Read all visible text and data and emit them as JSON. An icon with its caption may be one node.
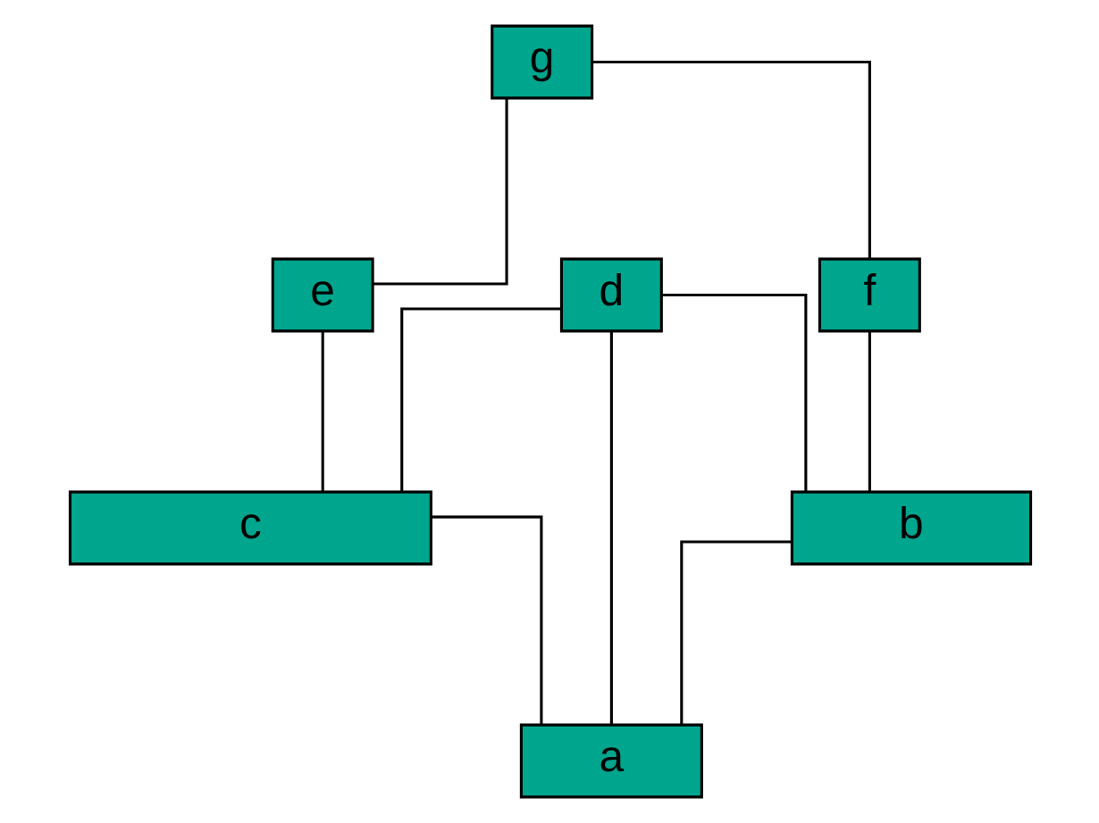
{
  "diagram": {
    "nodes": [
      {
        "text": [
          "g"
        ]
      },
      {
        "text": [
          "f"
        ]
      },
      {
        "text": [
          "d"
        ]
      },
      {
        "text": [
          "e"
        ]
      },
      {
        "text": [
          "b"
        ]
      },
      {
        "text": [
          "c"
        ]
      },
      {
        "text": [
          "a"
        ]
      }
    ],
    "edges": [
      {
        "from": 0,
        "to": 1,
        "arrow": "none"
      },
      {
        "from": 0,
        "to": 3,
        "arrow": "none"
      },
      {
        "from": 1,
        "to": 4,
        "arrow": "none"
      },
      {
        "from": 2,
        "to": 4,
        "arrow": "none"
      },
      {
        "from": 2,
        "to": 5,
        "arrow": "none"
      },
      {
        "from": 3,
        "to": 5,
        "arrow": "none"
      },
      {
        "from": 4,
        "to": 6,
        "arrow": "none"
      },
      {
        "from": 2,
        "to": 6,
        "arrow": "none"
      },
      {
        "from": 5,
        "to": 6,
        "arrow": "none"
      }
    ]
  }
}
